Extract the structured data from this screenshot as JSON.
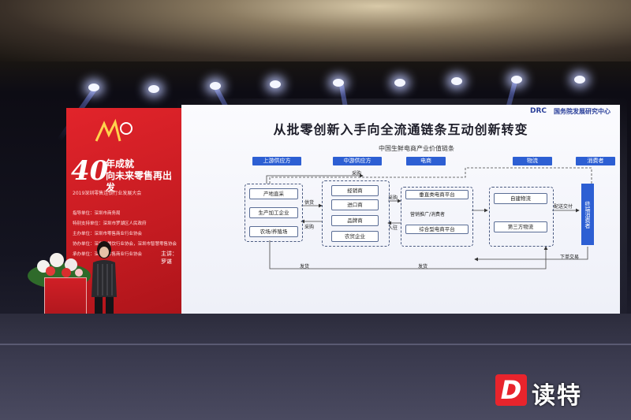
{
  "colors": {
    "accent_red": "#e2242b",
    "screen_blue": "#2d5fd3",
    "drc_blue": "#2a3f9a"
  },
  "left_panel": {
    "big_number": "40",
    "title_line1": "年成就",
    "title_line2": "向未来零售再出发",
    "subtitle": "2019深圳零售连锁行业发展大会",
    "info": [
      "指导单位：深圳市商务局",
      "特别支持单位：深圳市罗湖区人民政府",
      "主办单位：深圳市零售商业行业协会",
      "协办单位：深圳市餐饮行业协会，深圳市智慧零售协会",
      "承办单位：深圳市零售商业行业协会"
    ],
    "speaker": "主讲：罗谌"
  },
  "slide": {
    "drc_logo": "DRC",
    "drc_name": "国务院发展研究中心",
    "title": "从批零创新入手向全流通链条互动创新转变",
    "subtitle": "中国生鲜电商产业价值链条",
    "headers": [
      "上游供应方",
      "中游供应方",
      "电商",
      "物流",
      "消费者"
    ],
    "upstream": [
      "产地直采",
      "生产加工企业",
      "农场/养殖场"
    ],
    "midstream": [
      "经销商",
      "进口商",
      "品牌商",
      "农贸企业"
    ],
    "ecommerce": [
      "垂直类电商平台",
      "营销推广/消费者",
      "综合型电商平台"
    ],
    "logistics": [
      "自建物流",
      "第三方物流"
    ],
    "consumer": "终端消费者",
    "arrows": {
      "caigou_top": "采购",
      "gonghuo": "供货",
      "caigou_left": "采购",
      "caigou_mid": "采购",
      "ruzhu": "入驻",
      "peisong": "配送交付",
      "xiadan": "下单交易",
      "fahuo_left": "发货",
      "fahuo_right": "发货"
    }
  },
  "watermark": {
    "letter": "D",
    "text": "读特"
  }
}
